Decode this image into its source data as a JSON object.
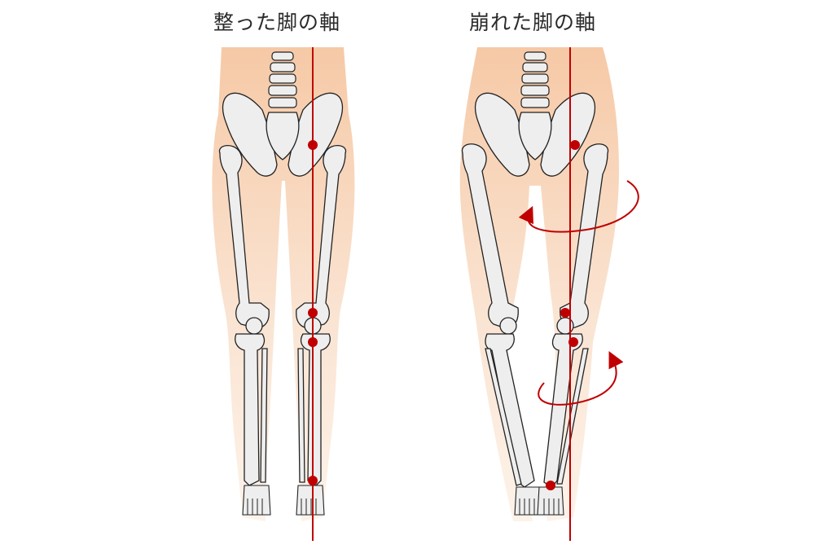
{
  "titles": {
    "aligned": "整った脚の軸",
    "misaligned": "崩れた脚の軸"
  },
  "colors": {
    "skin_shade": "#f6c9a6",
    "skin_light": "#fdf0e6",
    "bone_fill": "#eeeeee",
    "bone_stroke": "#222222",
    "axis_red": "#c00000"
  },
  "figures": [
    {
      "id": "aligned",
      "leg_alignment": "straight",
      "axis_markers": [
        "hip",
        "knee-upper",
        "knee-lower",
        "ankle"
      ],
      "rotation_arrows": 0
    },
    {
      "id": "misaligned",
      "leg_alignment": "knees-inward",
      "axis_markers": [
        "hip",
        "knee-upper",
        "knee-lower",
        "ankle"
      ],
      "rotation_arrows": 2
    }
  ]
}
